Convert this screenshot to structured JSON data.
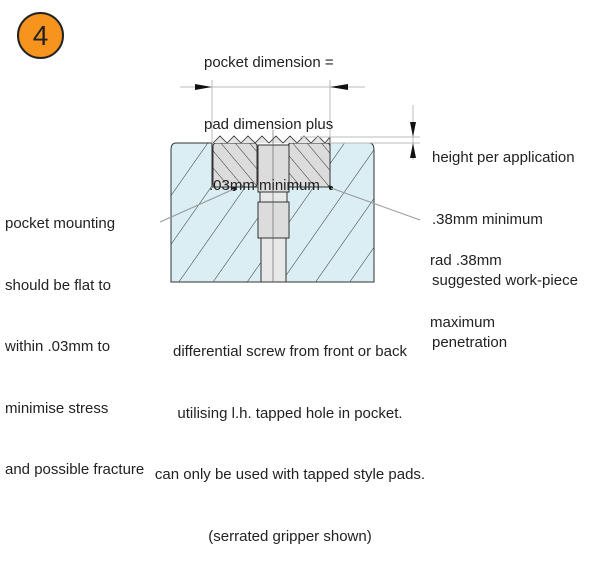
{
  "step_badge": "4",
  "labels": {
    "pocket_dimension": [
      "pocket dimension =",
      "pad dimension plus",
      ".03mm minimum"
    ],
    "height": [
      "height per application",
      ".38mm minimum",
      "suggested work-piece",
      "penetration"
    ],
    "mounting": [
      "pocket mounting",
      "should be flat to",
      "within .03mm to",
      "minimise stress",
      "and possible fracture"
    ],
    "radius": [
      "rad .38mm",
      "maximum"
    ],
    "caption": [
      "differential screw from front or back",
      "utilising l.h. tapped hole in pocket.",
      "can only be used with tapped style pads.",
      "(serrated gripper shown)"
    ]
  },
  "colors": {
    "badge": "#f7941d",
    "block": "#daeef3",
    "pad": "#dcdcdc"
  }
}
